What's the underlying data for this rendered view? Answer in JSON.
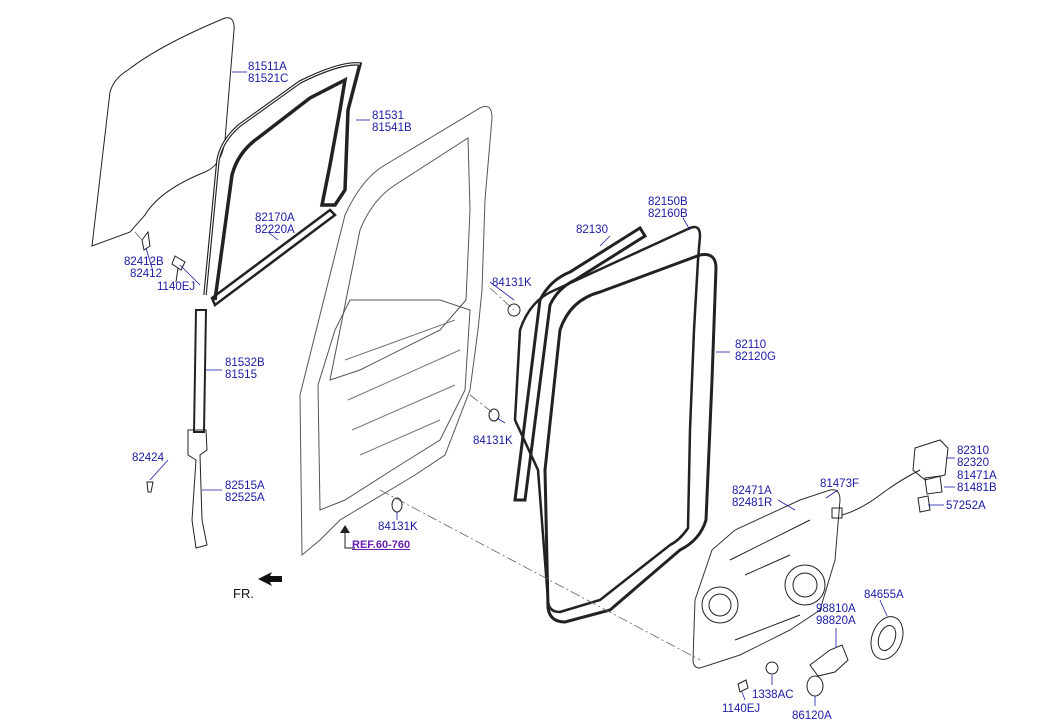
{
  "diagram": {
    "labels": {
      "glass": [
        "81511A",
        "81521C"
      ],
      "run_upper": [
        "81531",
        "81541B"
      ],
      "channel": [
        "82170A",
        "82220A"
      ],
      "clip": [
        "82412B",
        "82412"
      ],
      "bolt_top": "1140EJ",
      "run_lower": [
        "81532B",
        "81515"
      ],
      "screw": "82424",
      "sash": [
        "82515A",
        "82525A"
      ],
      "plug_top": "84131K",
      "plug_mid": "84131K",
      "plug_bottom": "84131K",
      "ref": "REF.60-760",
      "front": "FR.",
      "outer_strip": "82130",
      "door_seal": [
        "82150B",
        "82160B"
      ],
      "inner_seal": [
        "82110",
        "82120G"
      ],
      "latch": [
        "82310",
        "82320"
      ],
      "cable": "81473F",
      "latch_cover": [
        "81471A",
        "81481B"
      ],
      "striker": "57252A",
      "module_panel": [
        "82471A",
        "82481R"
      ],
      "speaker": "84655A",
      "motor": [
        "98810A",
        "98820A"
      ],
      "grommet": "1338AC",
      "bolt_bottom": "1140EJ",
      "cap": "86120A"
    }
  }
}
